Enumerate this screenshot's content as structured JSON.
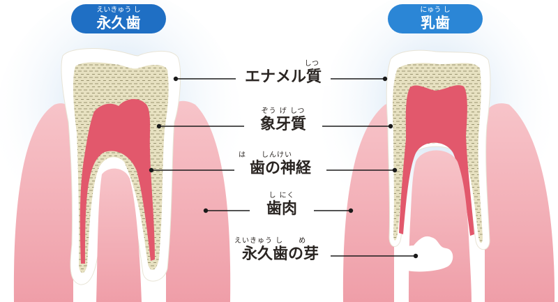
{
  "badges": {
    "left": {
      "ruby": "えいきゅう し",
      "label": "永久歯"
    },
    "right": {
      "ruby": "にゅう し",
      "label": "乳歯"
    }
  },
  "labels": [
    {
      "ruby": "しつ",
      "text": "エナメル質"
    },
    {
      "ruby": "ぞう げ しつ",
      "text": "象牙質"
    },
    {
      "ruby": "は　　しんけい",
      "text": "歯の神経"
    },
    {
      "ruby": "し にく",
      "text": "歯肉"
    },
    {
      "ruby": "えいきゅう し　　め",
      "text": "永久歯の芽"
    }
  ],
  "colors": {
    "badge": "#1f6fc4",
    "gum": "#f2a9b1",
    "enamel": "#ffffff",
    "dentin": "#e4dfc0",
    "nerve": "#e5596e",
    "line": "#1a1a1a",
    "glow": "#cfe2f3"
  }
}
